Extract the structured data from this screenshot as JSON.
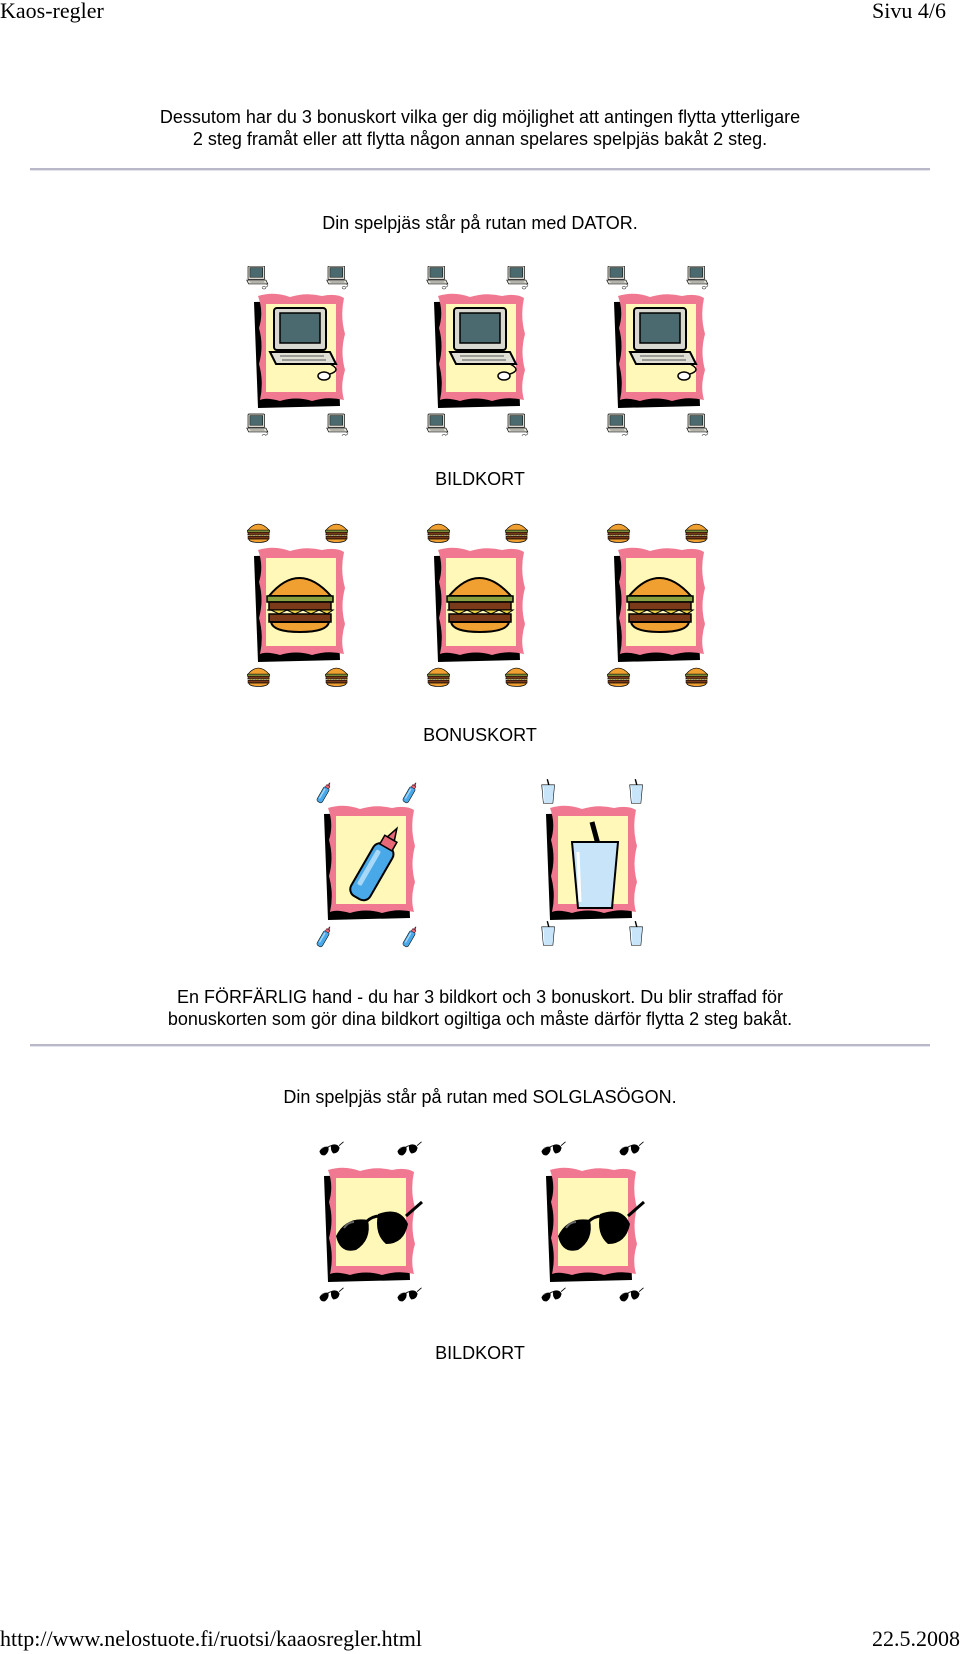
{
  "header": {
    "title": "Kaos-regler",
    "page": "Sivu 4/6"
  },
  "paragraphs": {
    "bonus_intro_line1": "Dessutom har du 3 bonuskort vilka ger dig möjlighet att antingen flytta ytterligare",
    "bonus_intro_line2": "2 steg framåt eller att flytta någon annan spelares spelpjäs bakåt 2 steg.",
    "dator_position": "Din spelpjäs står på rutan med DATOR.",
    "bildkort_label_1": "BILDKORT",
    "bonuskort_label": "BONUSKORT",
    "penalty_line1": "En FÖRFÄRLIG hand - du har 3 bildkort och 3 bonuskort. Du blir straffad för",
    "penalty_line2": "bonuskorten som gör dina bildkort ogiltiga och måste därför flytta 2 steg bakåt.",
    "sunglasses_position": "Din spelpjäs står på rutan med SOLGLASÖGON.",
    "bildkort_label_2": "BILDKORT"
  },
  "cards": {
    "row1": [
      "computer-icon",
      "computer-icon",
      "computer-icon"
    ],
    "row2": [
      "hamburger-icon",
      "hamburger-icon",
      "hamburger-icon"
    ],
    "row3": [
      "bottle-icon",
      "drinking-glass-icon"
    ],
    "row4": [
      "sunglasses-icon",
      "sunglasses-icon"
    ]
  },
  "colors": {
    "card_background": "#fff8b8",
    "card_border": "#f07890",
    "card_shadow": "#000000",
    "rule": "#b8b8c8"
  },
  "footer": {
    "url": "http://www.nelostuote.fi/ruotsi/kaaosregler.html",
    "date": "22.5.2008"
  }
}
